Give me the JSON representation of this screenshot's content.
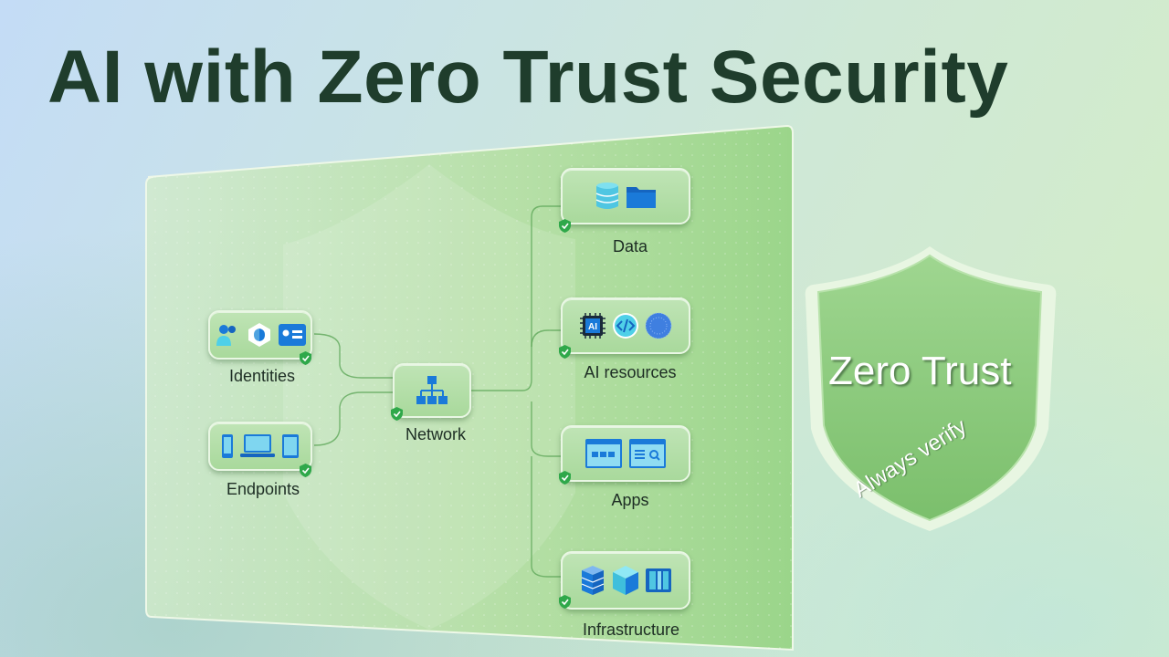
{
  "title": "AI with Zero Trust Security",
  "nodes": {
    "identities": {
      "label": "Identities"
    },
    "endpoints": {
      "label": "Endpoints"
    },
    "network": {
      "label": "Network"
    },
    "data": {
      "label": "Data"
    },
    "ai_resources": {
      "label": "AI resources",
      "chip_text": "AI"
    },
    "apps": {
      "label": "Apps"
    },
    "infrastructure": {
      "label": "Infrastructure"
    }
  },
  "badge": {
    "title": "Zero Trust",
    "subtitle": "Always verify"
  },
  "colors": {
    "title": "#1f3d2c",
    "panel": "#a7d89b",
    "node": "#b3dea7",
    "icon_blue": "#1a7ad9",
    "icon_cyan": "#4fd0e8",
    "check_green": "#2fa84a",
    "shield": "#8fcb80"
  },
  "icons": {
    "identities": [
      "user-group-icon",
      "hexagon-identity-icon",
      "id-card-icon"
    ],
    "endpoints": [
      "phone-icon",
      "laptop-icon",
      "tablet-icon"
    ],
    "network": [
      "network-topology-icon"
    ],
    "data": [
      "database-icon",
      "folder-icon"
    ],
    "ai_resources": [
      "ai-chip-icon",
      "code-icon",
      "ai-sphere-icon"
    ],
    "apps": [
      "app-window-icon",
      "app-window-search-icon"
    ],
    "infrastructure": [
      "server-stack-icon",
      "cube-icon",
      "container-icon"
    ]
  }
}
